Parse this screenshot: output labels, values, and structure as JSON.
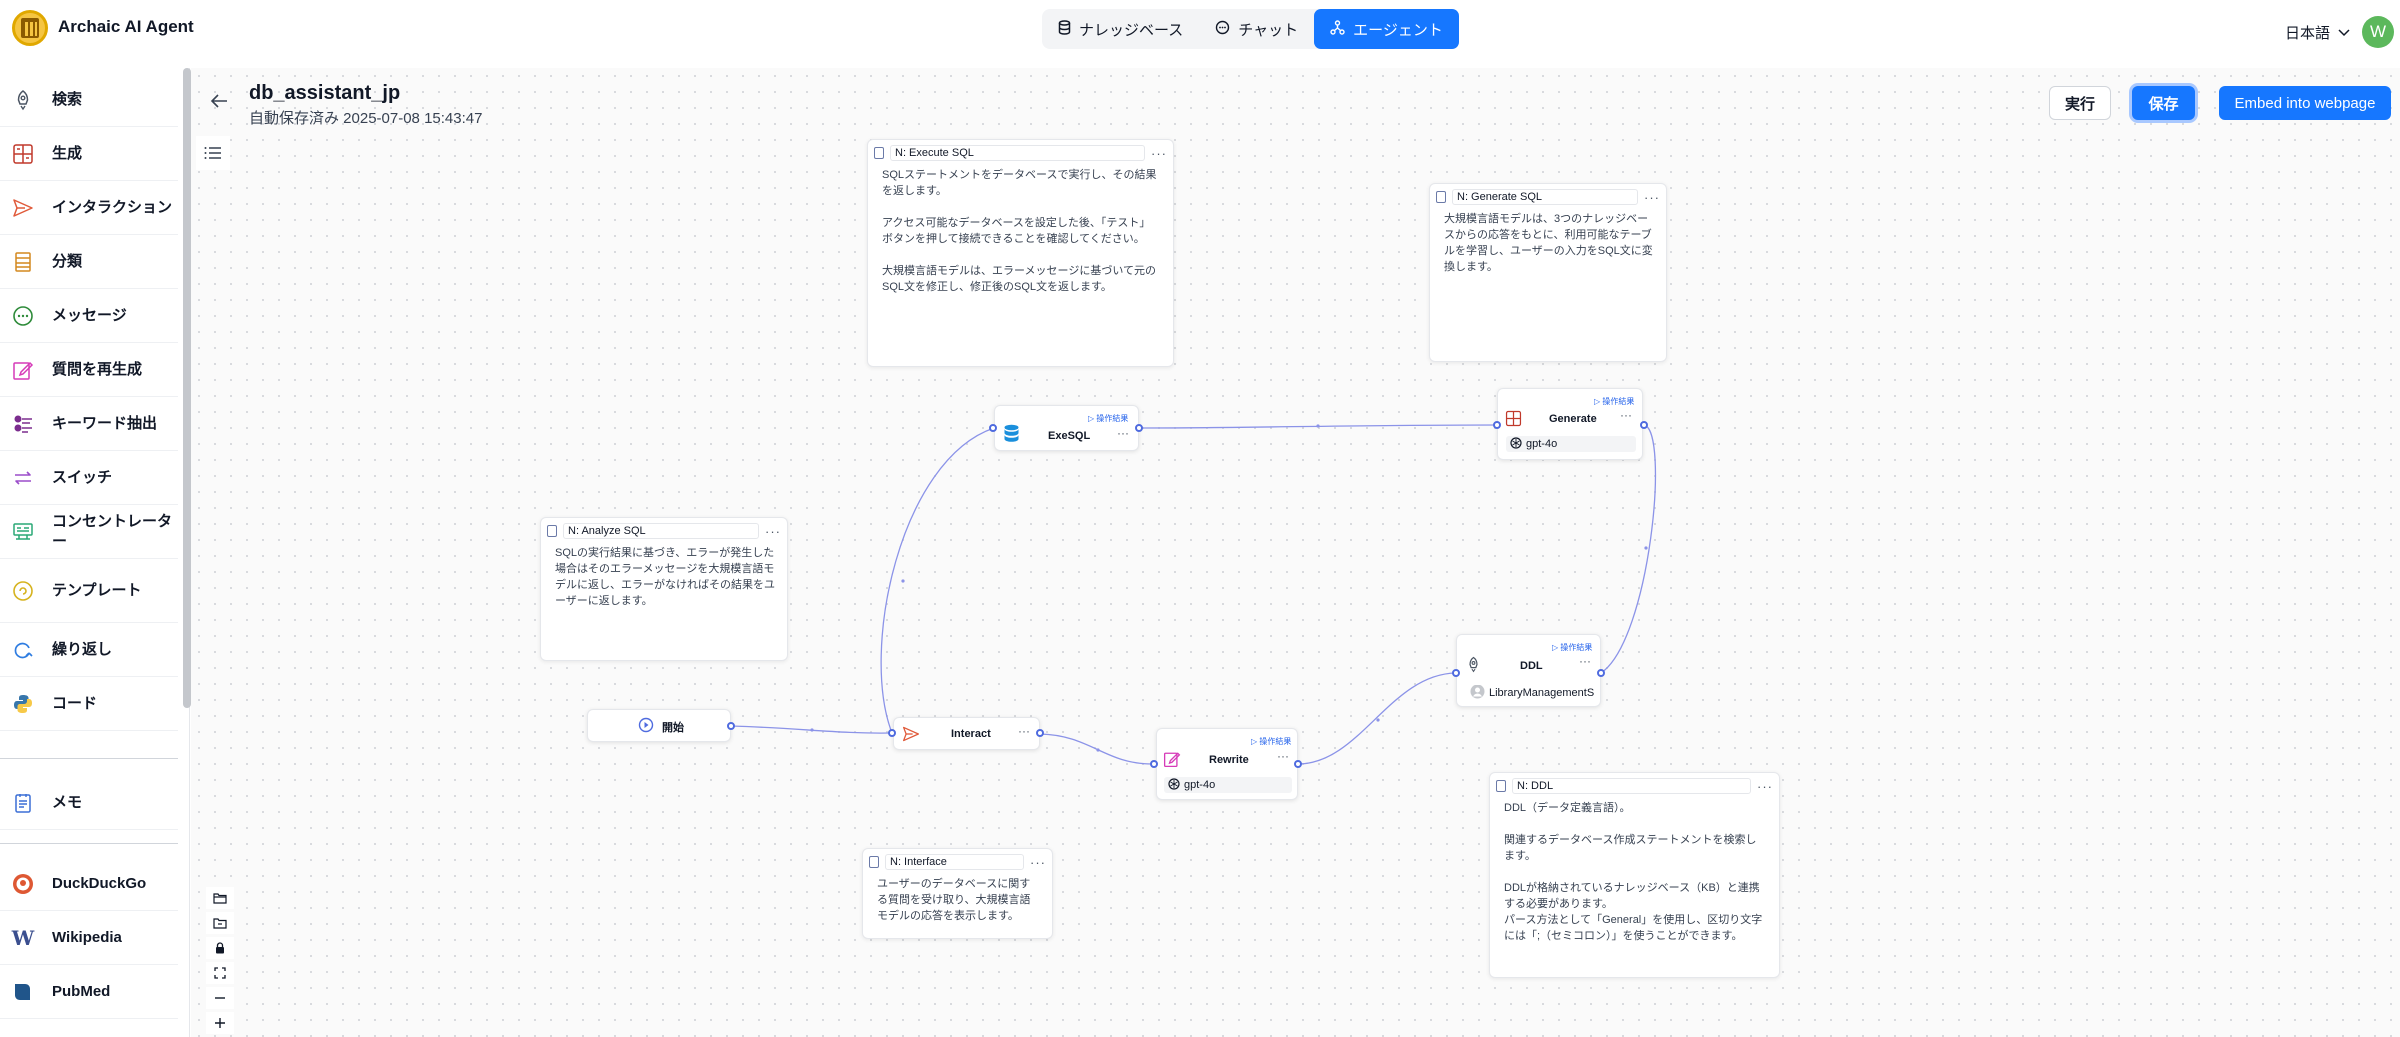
{
  "app": {
    "title": "Archaic AI Agent"
  },
  "nav": {
    "tabs": [
      {
        "label": "ナレッジベース",
        "icon": "database-icon"
      },
      {
        "label": "チャット",
        "icon": "chat-icon"
      },
      {
        "label": "エージェント",
        "icon": "agent-icon",
        "active": true
      }
    ]
  },
  "header": {
    "language": "日本語",
    "avatar_initial": "W"
  },
  "sidebar": {
    "items": [
      {
        "label": "検索",
        "icon": "rocket-icon"
      },
      {
        "label": "生成",
        "icon": "generate-icon"
      },
      {
        "label": "インタラクション",
        "icon": "send-icon"
      },
      {
        "label": "分類",
        "icon": "categorize-icon"
      },
      {
        "label": "メッセージ",
        "icon": "message-icon"
      },
      {
        "label": "質問を再生成",
        "icon": "rewrite-icon"
      },
      {
        "label": "キーワード抽出",
        "icon": "keyword-icon"
      },
      {
        "label": "スイッチ",
        "icon": "switch-icon"
      },
      {
        "label": "コンセントレーター",
        "icon": "concentrator-icon"
      },
      {
        "label": "テンプレート",
        "icon": "template-icon"
      },
      {
        "label": "繰り返し",
        "icon": "loop-icon"
      },
      {
        "label": "コード",
        "icon": "python-icon"
      }
    ],
    "extra_items": [
      {
        "label": "メモ",
        "icon": "note-icon"
      },
      {
        "label": "DuckDuckGo",
        "icon": "duckduckgo-icon"
      },
      {
        "label": "Wikipedia",
        "icon": "wikipedia-icon"
      },
      {
        "label": "PubMed",
        "icon": "pubmed-icon"
      }
    ]
  },
  "canvas": {
    "agent_name": "db_assistant_jp",
    "autosave": "自動保存済み 2025-07-08 15:43:47",
    "run_label": "実行",
    "save_label": "保存",
    "embed_label": "Embed into webpage",
    "notes": {
      "execute_sql": {
        "title": "N: Execute SQL",
        "body": "SQLステートメントをデータベースで実行し、その結果を返します。\n\nアクセス可能なデータベースを設定した後、「テスト」ボタンを押して接続できることを確認してください。\n\n大規模言語モデルは、エラーメッセージに基づいて元のSQL文を修正し、修正後のSQL文を返します。"
      },
      "generate_sql": {
        "title": "N: Generate SQL",
        "body": "大規模言語モデルは、3つのナレッジベースからの応答をもとに、利用可能なテーブルを学習し、ユーザーの入力をSQL文に変換します。"
      },
      "analyze_sql": {
        "title": "N: Analyze SQL",
        "body": "SQLの実行結果に基づき、エラーが発生した場合はそのエラーメッセージを大規模言語モデルに返し、エラーがなければその結果をユーザーに返します。"
      },
      "interface": {
        "title": "N: Interface",
        "body": "ユーザーのデータベースに関する質問を受け取り、大規模言語モデルの応答を表示します。"
      },
      "ddl": {
        "title": "N: DDL",
        "body": "DDL（データ定義言語）。\n\n関連するデータベース作成ステートメントを検索します。\n\nDDLが格納されているナレッジベース（KB）と連携する必要があります。\nパース方法として「General」を使用し、区切り文字には「;（セミコロン）」を使うことができます。"
      }
    },
    "nodes": {
      "begin": {
        "label": "開始"
      },
      "interact": {
        "label": "Interact"
      },
      "rewrite": {
        "label": "Rewrite",
        "run": "操作結果",
        "model": "gpt-4o"
      },
      "exesql": {
        "label": "ExeSQL",
        "run": "操作結果"
      },
      "generate": {
        "label": "Generate",
        "run": "操作結果",
        "model": "gpt-4o"
      },
      "ddl": {
        "label": "DDL",
        "run": "操作結果",
        "kb": "LibraryManagementS"
      }
    }
  },
  "colors": {
    "accent": "#1677ff",
    "edge": "#8b93e8",
    "port": "#4f6bdf"
  }
}
